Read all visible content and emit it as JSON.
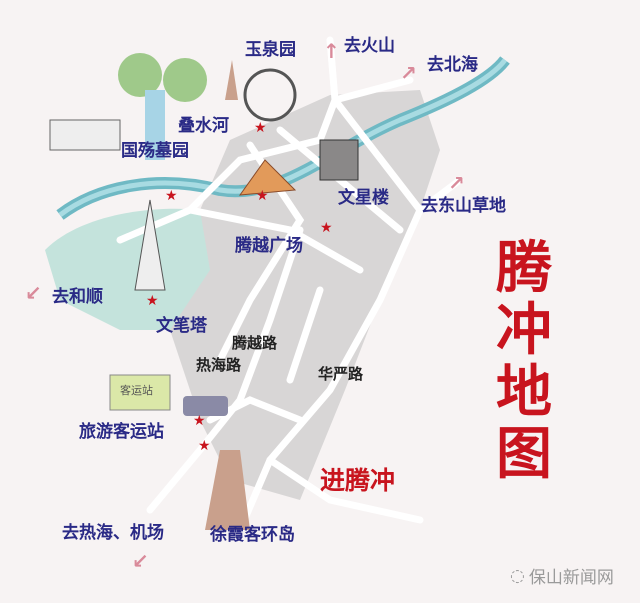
{
  "map": {
    "title": "腾冲地图",
    "title_chars": [
      "腾",
      "冲",
      "地",
      "图"
    ],
    "landmarks": {
      "yuquanyuan": "玉泉园",
      "dieshuihe": "叠水河",
      "guoshangmuyuan": "国殇墓园",
      "wenxinglou": "文星楼",
      "tengyueguangchang": "腾越广场",
      "wenbita": "文笔塔",
      "bus_station": "旅游客运站",
      "bus_station_sign": "客运站",
      "xuxiake_roundabout": "徐霞客环岛"
    },
    "directions": {
      "to_huoshan": "去火山",
      "to_beihai": "去北海",
      "to_dongshan": "去东山草地",
      "to_heshun": "去和顺",
      "to_rehai_airport": "去热海、机场",
      "enter_tengchong": "进腾冲"
    },
    "roads": {
      "tengyue_road": "腾越路",
      "rehai_road": "热海路",
      "huayan_road": "华严路"
    },
    "colors": {
      "label_blue": "#2a2a86",
      "title_red": "#c8141e",
      "river": "#7cc3cc",
      "lake": "#bfe0d8",
      "city": "#d6d4d4",
      "arrow": "#d98a9a"
    }
  },
  "watermark": "保山新闻网"
}
